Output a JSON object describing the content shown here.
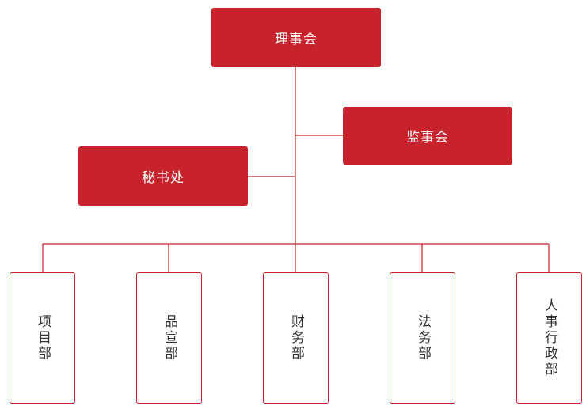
{
  "colors": {
    "accent": "#c8232c",
    "box_text": "#ffffff",
    "dept_text": "#333333",
    "background": "#ffffff"
  },
  "nodes": {
    "board": "理事会",
    "supervisors": "监事会",
    "secretariat": "秘书处"
  },
  "departments": [
    "项目部",
    "品宣部",
    "财务部",
    "法务部",
    "人事行政部"
  ]
}
